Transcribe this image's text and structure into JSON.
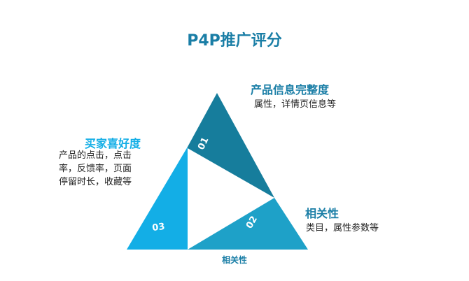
{
  "title": "P4P推广评分",
  "colors": {
    "title": "#1a7ea6",
    "segment_top": "#167d9c",
    "segment_right": "#1ea1c8",
    "segment_left": "#13aee6",
    "buyer_heading": "#13aee6",
    "completeness_heading": "#1a7ea6",
    "relevance_heading": "#1a7ea6"
  },
  "sections": {
    "completeness": {
      "heading": "产品信息完整度",
      "description": "属性，详情页信息等",
      "edge_label": "产品信息完整度",
      "number": "01"
    },
    "relevance": {
      "heading": "相关性",
      "description": "类目，属性参数等",
      "edge_label": "相关性",
      "number": "02"
    },
    "buyer": {
      "heading": "买家喜好度",
      "description_lines": [
        "产品的点击，点击",
        "率，反馈率，页面",
        "停留时长，收藏等"
      ],
      "edge_label": "买家喜好度",
      "number": "03"
    }
  }
}
